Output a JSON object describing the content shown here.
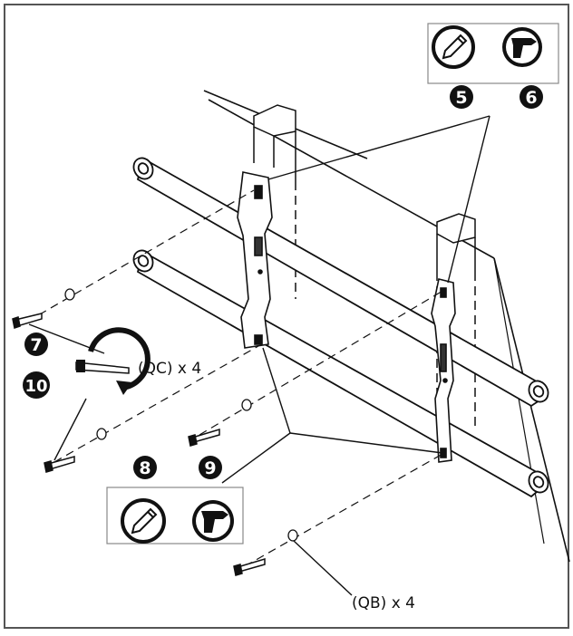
{
  "steps": {
    "top_left": "5",
    "top_right": "6",
    "mid_one": "7",
    "mid_two": "10",
    "bottom_left": "8",
    "bottom_right": "9"
  },
  "callouts": {
    "qc": "(QC) x 4",
    "qb": "(QB) x 4"
  },
  "icons": {
    "pencil": "pencil-icon",
    "drill": "drill-icon",
    "wrench": "wrench-icon"
  },
  "colors": {
    "ink": "#111111",
    "paper": "#ffffff",
    "frame": "#555555"
  }
}
